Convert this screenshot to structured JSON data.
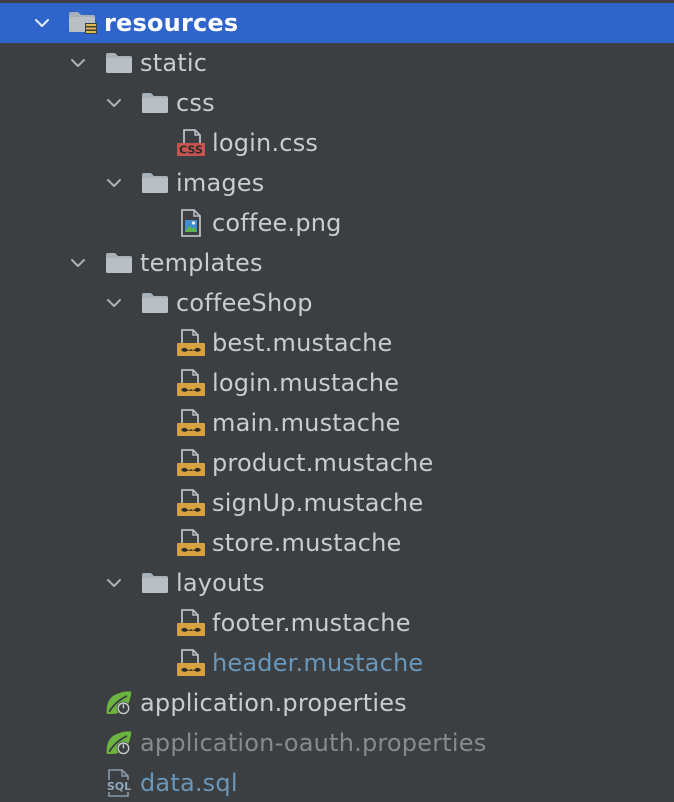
{
  "tree": {
    "rows": [
      {
        "label": "resources",
        "icon": "resources-folder-icon",
        "expanded": true,
        "selected": true,
        "depth": 0
      },
      {
        "label": "static",
        "icon": "folder-icon",
        "expanded": true,
        "depth": 1
      },
      {
        "label": "css",
        "icon": "folder-icon",
        "expanded": true,
        "depth": 2
      },
      {
        "label": "login.css",
        "icon": "css-file-icon",
        "depth": 3
      },
      {
        "label": "images",
        "icon": "folder-icon",
        "expanded": true,
        "depth": 2
      },
      {
        "label": "coffee.png",
        "icon": "image-file-icon",
        "depth": 3
      },
      {
        "label": "templates",
        "icon": "folder-icon",
        "expanded": true,
        "depth": 1
      },
      {
        "label": "coffeeShop",
        "icon": "folder-icon",
        "expanded": true,
        "depth": 2
      },
      {
        "label": "best.mustache",
        "icon": "mustache-file-icon",
        "depth": 3
      },
      {
        "label": "login.mustache",
        "icon": "mustache-file-icon",
        "depth": 3
      },
      {
        "label": "main.mustache",
        "icon": "mustache-file-icon",
        "depth": 3
      },
      {
        "label": "product.mustache",
        "icon": "mustache-file-icon",
        "depth": 3
      },
      {
        "label": "signUp.mustache",
        "icon": "mustache-file-icon",
        "depth": 3
      },
      {
        "label": "store.mustache",
        "icon": "mustache-file-icon",
        "depth": 3
      },
      {
        "label": "layouts",
        "icon": "folder-icon",
        "expanded": true,
        "depth": 2
      },
      {
        "label": "footer.mustache",
        "icon": "mustache-file-icon",
        "depth": 3
      },
      {
        "label": "header.mustache",
        "icon": "mustache-file-icon",
        "depth": 3,
        "status": "modified"
      },
      {
        "label": "application.properties",
        "icon": "spring-properties-icon",
        "depth": 1
      },
      {
        "label": "application-oauth.properties",
        "icon": "spring-properties-icon",
        "depth": 1,
        "status": "ignored"
      },
      {
        "label": "data.sql",
        "icon": "sql-file-icon",
        "depth": 1,
        "status": "modified"
      }
    ]
  },
  "colors": {
    "background": "#3c3f41",
    "selection": "#2f65ca",
    "text": "#c9cdd1",
    "modified": "#6897bb",
    "ignored": "#868b8f",
    "folder": "#a9b1b8",
    "mustache": "#d7a13f"
  }
}
